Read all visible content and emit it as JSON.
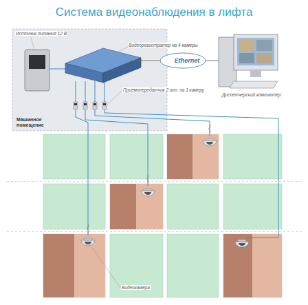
{
  "diagram": {
    "title": "Система видеонаблюдения в лифта",
    "nodes": [
      {
        "text": [
          "Машинное помещение"
        ]
      },
      {
        "text": [
          "Ethernet"
        ]
      }
    ],
    "labels": [
      "Источник питания 12 В",
      "Видеорегистратор на 4 камеры",
      "Приемопередатчик 2 шт. на 1 камеру",
      "Диспетчерский компьютер",
      "Видеокамера"
    ]
  }
}
